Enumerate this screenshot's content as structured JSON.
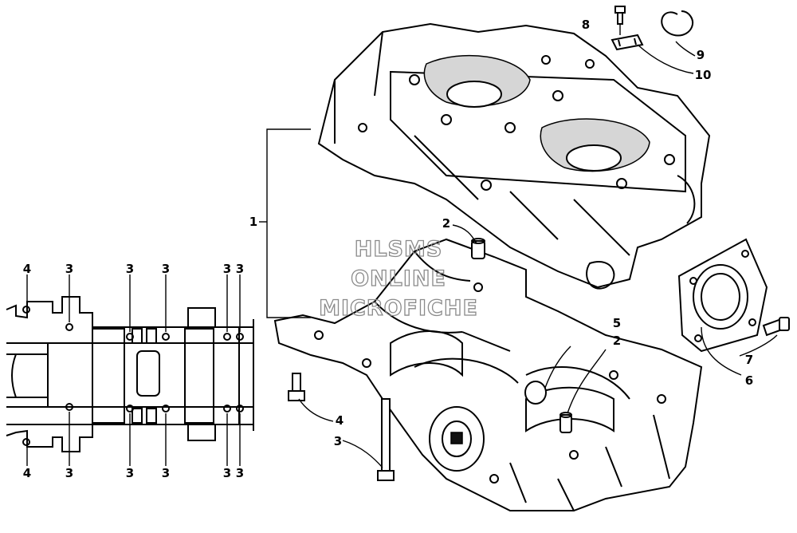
{
  "watermark": {
    "line1": "HLSMS",
    "line2": "ONLINE",
    "line3": "MICROFICHE"
  },
  "callouts": {
    "c1": "1",
    "c2a": "2",
    "c2b": "2",
    "c3": "3",
    "c4": "4",
    "c5": "5",
    "c6": "6",
    "c7": "7",
    "c8": "8",
    "c9": "9",
    "c10": "10"
  },
  "bolt_pattern": {
    "top_labels": [
      "4",
      "3",
      "3",
      "3",
      "3",
      "3"
    ],
    "bottom_labels": [
      "4",
      "3",
      "3",
      "3",
      "3",
      "3"
    ]
  },
  "colors": {
    "ink": "#000000",
    "watermark": "#8a8a8a",
    "background": "#ffffff"
  }
}
